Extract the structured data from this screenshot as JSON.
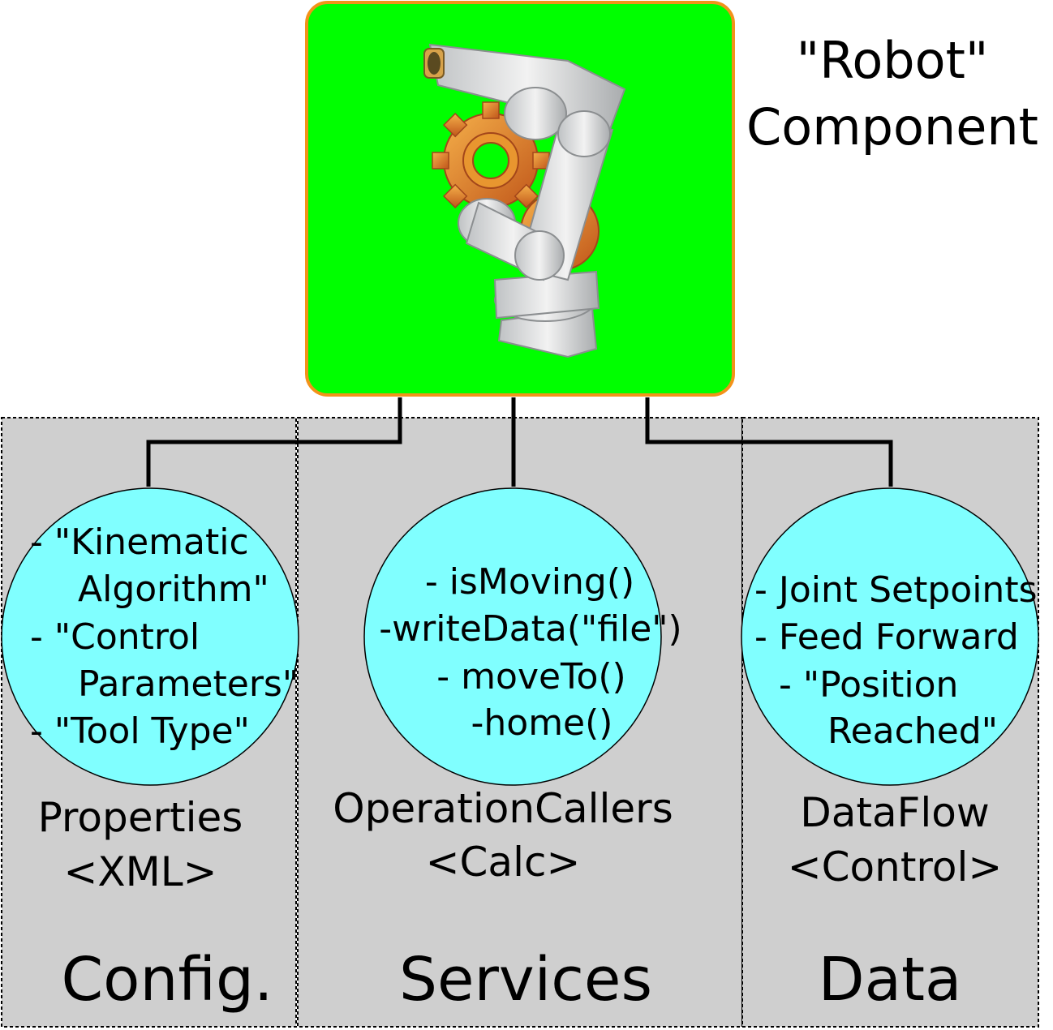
{
  "component_title": {
    "line1": "\"Robot\"",
    "line2": "Component"
  },
  "colors": {
    "panel_fill": "#cfcfcf",
    "component_fill": "#00ff00",
    "component_border": "#f39219",
    "circle_fill": "#80ffff",
    "connector": "#000000"
  },
  "icons": {
    "component_image": "robot-arm-with-gears"
  },
  "columns": {
    "config": {
      "section_label": "Config.",
      "interface_label": {
        "line1": "Properties",
        "line2": "<XML>"
      },
      "items": [
        "- \"Kinematic",
        "Algorithm\"",
        "- \"Control",
        "Parameters\"",
        "- \"Tool Type\""
      ]
    },
    "services": {
      "section_label": "Services",
      "interface_label": {
        "line1": "OperationCallers",
        "line2": "<Calc>"
      },
      "items": [
        "- isMoving()",
        "-writeData(\"file\")",
        "- moveTo()",
        "-home()"
      ]
    },
    "data": {
      "section_label": "Data",
      "interface_label": {
        "line1": "DataFlow",
        "line2": "<Control>"
      },
      "items": [
        "- Joint Setpoints",
        "- Feed Forward",
        "- \"Position",
        "Reached\""
      ]
    }
  }
}
